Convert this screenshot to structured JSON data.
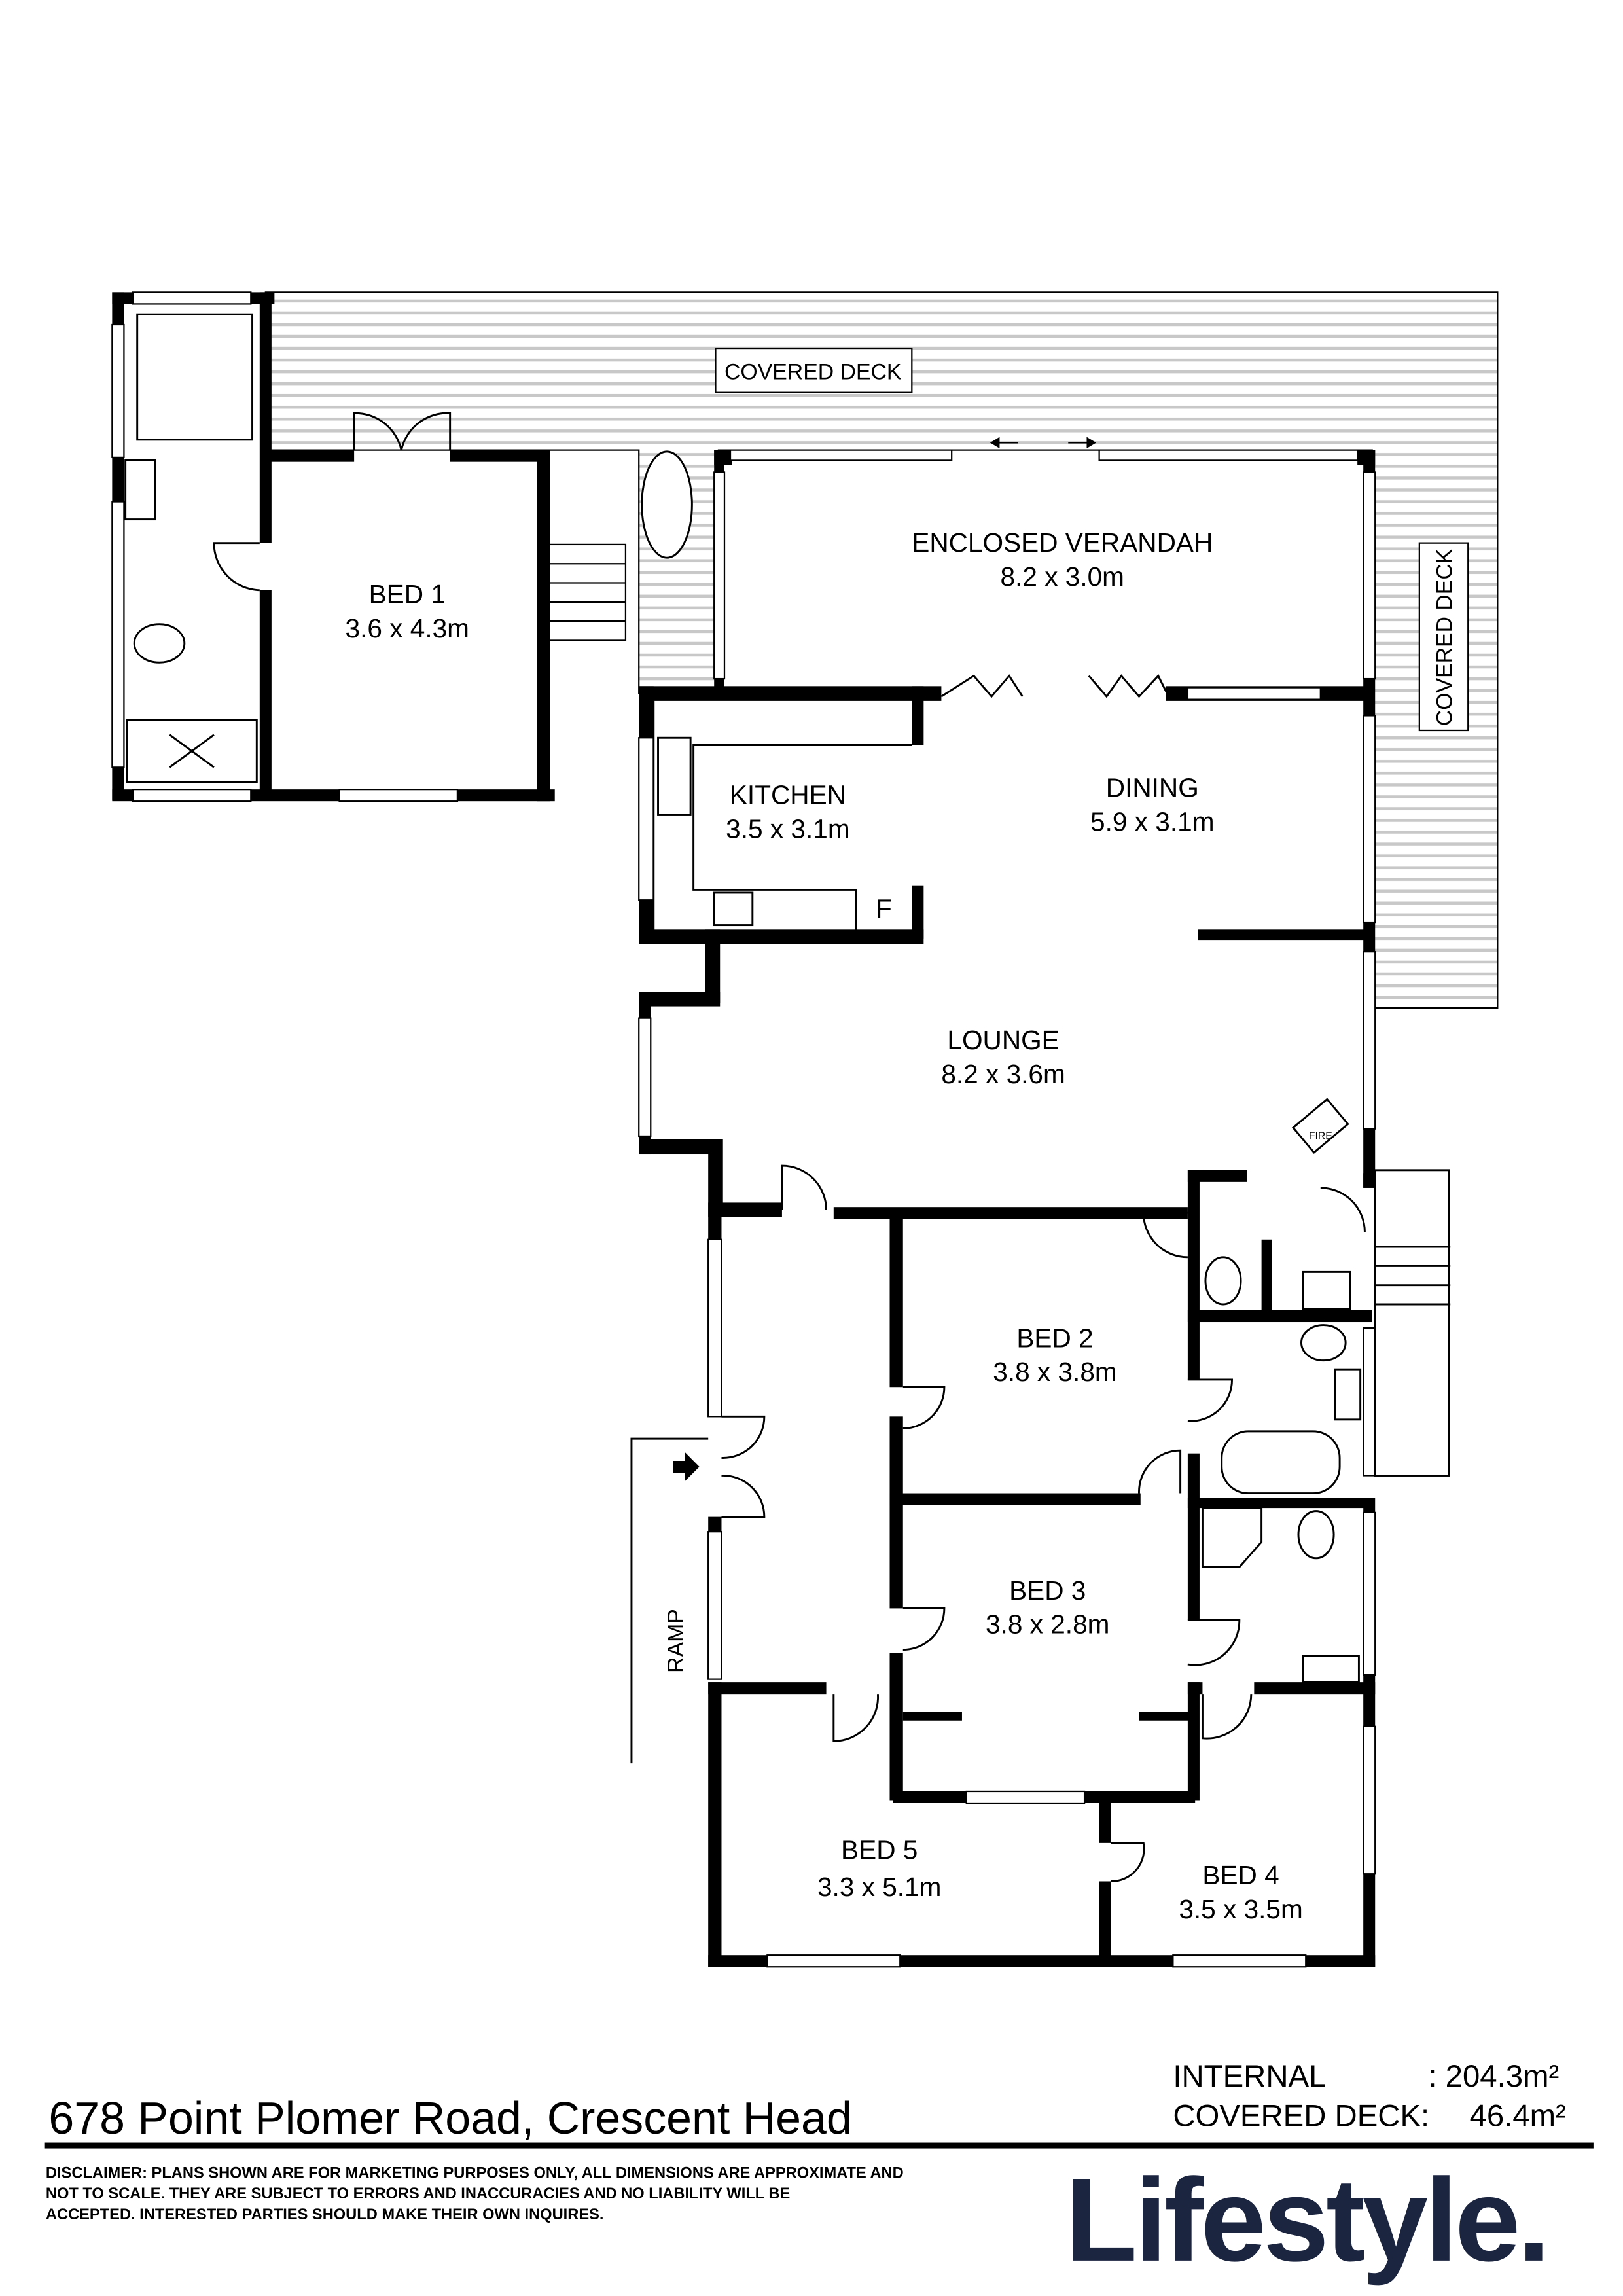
{
  "plan": {
    "rooms": [
      {
        "name": "BED 1",
        "size": "3.6 x 4.3m"
      },
      {
        "name": "ENCLOSED VERANDAH",
        "size": "8.2 x 3.0m"
      },
      {
        "name": "KITCHEN",
        "size": "3.5 x 3.1m"
      },
      {
        "name": "DINING",
        "size": "5.9 x 3.1m"
      },
      {
        "name": "LOUNGE",
        "size": "8.2 x 3.6m"
      },
      {
        "name": "BED 2",
        "size": "3.8 x 3.8m"
      },
      {
        "name": "BED 3",
        "size": "3.8 x 2.8m"
      },
      {
        "name": "BED 5",
        "size": "3.3 x 5.1m"
      },
      {
        "name": "BED 4",
        "size": "3.5 x 3.5m"
      }
    ],
    "deck_top_label": "COVERED DECK",
    "deck_side_label": "COVERED DECK",
    "fire_label": "FIRE",
    "fridge_label": "F",
    "ramp_label": "RAMP",
    "colors": {
      "wall": "#000000",
      "deck_stripe": "#c8c8c8",
      "brand": "#1b2540"
    }
  },
  "footer": {
    "address": "678 Point Plomer Road, Crescent Head",
    "internal_label": "INTERNAL",
    "internal_value": ": 204.3m²",
    "deck_label": "COVERED DECK:",
    "deck_value": "46.4m²",
    "disclaimer": [
      "DISCLAIMER: PLANS SHOWN ARE FOR MARKETING PURPOSES ONLY, ALL DIMENSIONS ARE APPROXIMATE AND",
      "NOT  TO SCALE. THEY  ARE SUBJECT  TO ERRORS AND INACCURACIES  AND NO LIABILITY  WILL  BE",
      "ACCEPTED. INTERESTED PARTIES SHOULD MAKE THEIR OWN INQUIRES."
    ],
    "logo": "Lifestyle."
  }
}
